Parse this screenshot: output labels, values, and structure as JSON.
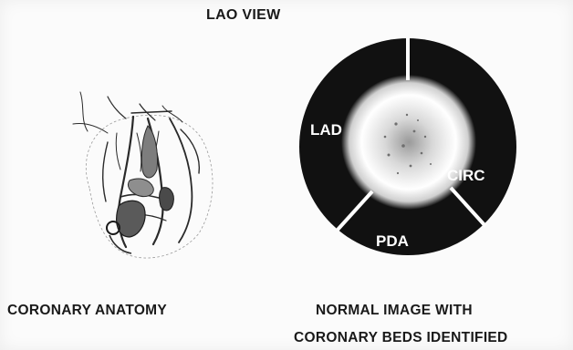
{
  "view_title": "LAO VIEW",
  "left_caption": "CORONARY ANATOMY",
  "right_caption_line1": "NORMAL IMAGE WITH",
  "right_caption_line2": "CORONARY BEDS IDENTIFIED",
  "polar_map": {
    "segments": [
      {
        "name": "LAD",
        "label": "LAD"
      },
      {
        "name": "CIRC",
        "label": "CIRC"
      },
      {
        "name": "PDA",
        "label": "PDA"
      }
    ],
    "colors": {
      "ring": "#111111",
      "divider": "#ffffff",
      "uptake": "#ffffff"
    }
  }
}
